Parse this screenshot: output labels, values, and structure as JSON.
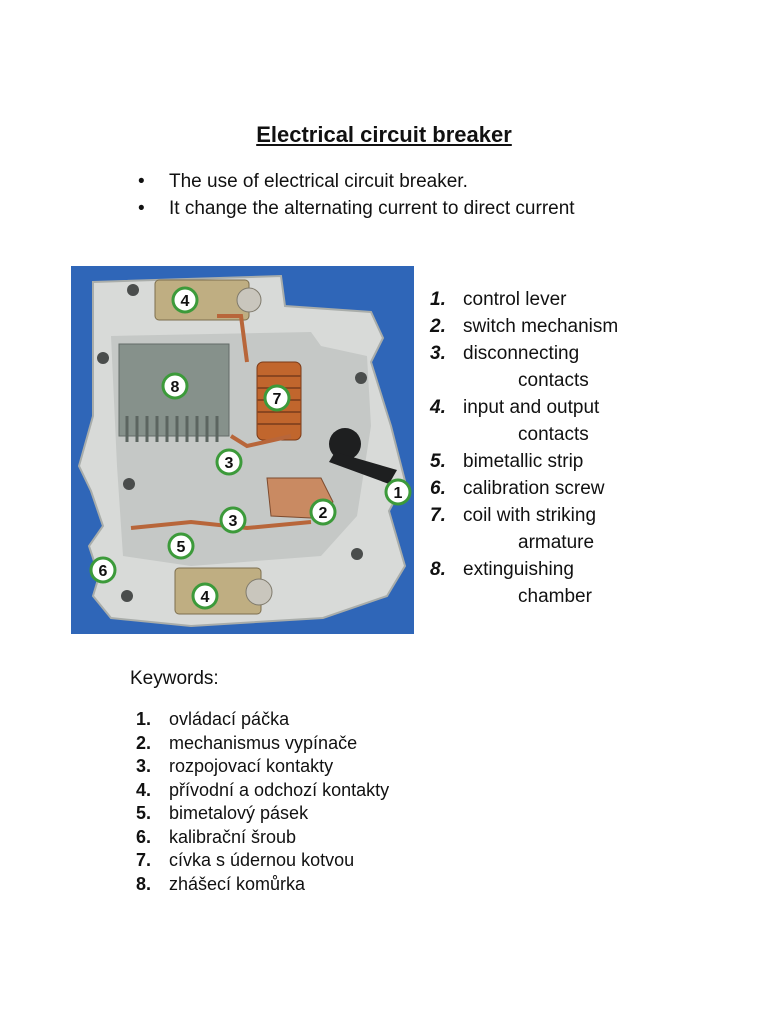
{
  "title": "Electrical circuit breaker",
  "bullets": [
    "The use of electrical circuit breaker.",
    "It change the alternating current to direct current"
  ],
  "bullet_glyph": "•",
  "parts": [
    {
      "num": "1.",
      "label": "control lever"
    },
    {
      "num": "2.",
      "label": "switch mechanism"
    },
    {
      "num": "3.",
      "label": "disconnecting",
      "cont": "contacts"
    },
    {
      "num": "4.",
      "label": "input and output",
      "cont": "contacts"
    },
    {
      "num": "5.",
      "label": "bimetallic strip"
    },
    {
      "num": "6.",
      "label": "calibration screw"
    },
    {
      "num": "7.",
      "label": "coil with striking",
      "cont": "armature"
    },
    {
      "num": "8.",
      "label": "extinguishing",
      "cont": "chamber"
    }
  ],
  "figure": {
    "markers": [
      "4",
      "8",
      "7",
      "3",
      "1",
      "2",
      "3",
      "5",
      "6",
      "4"
    ],
    "colors": {
      "background": "#2f66b8",
      "housing": "#d6d8d6",
      "marker_ring": "#3c9a3a",
      "copper": "#b8663a",
      "chamber": "#7f8a84"
    }
  },
  "keywords_heading": "Keywords:",
  "keywords": [
    {
      "num": "1.",
      "text": "ovládací páčka"
    },
    {
      "num": "2.",
      "text": "mechanismus vypínače"
    },
    {
      "num": "3.",
      "text": "rozpojovací kontakty"
    },
    {
      "num": "4.",
      "text": "přívodní a odchozí kontakty"
    },
    {
      "num": "5.",
      "text": "bimetalový pásek"
    },
    {
      "num": "6.",
      "text": "kalibrační šroub"
    },
    {
      "num": "7.",
      "text": "cívka s údernou kotvou"
    },
    {
      "num": "8.",
      "text": "zhášecí komůrka"
    }
  ]
}
